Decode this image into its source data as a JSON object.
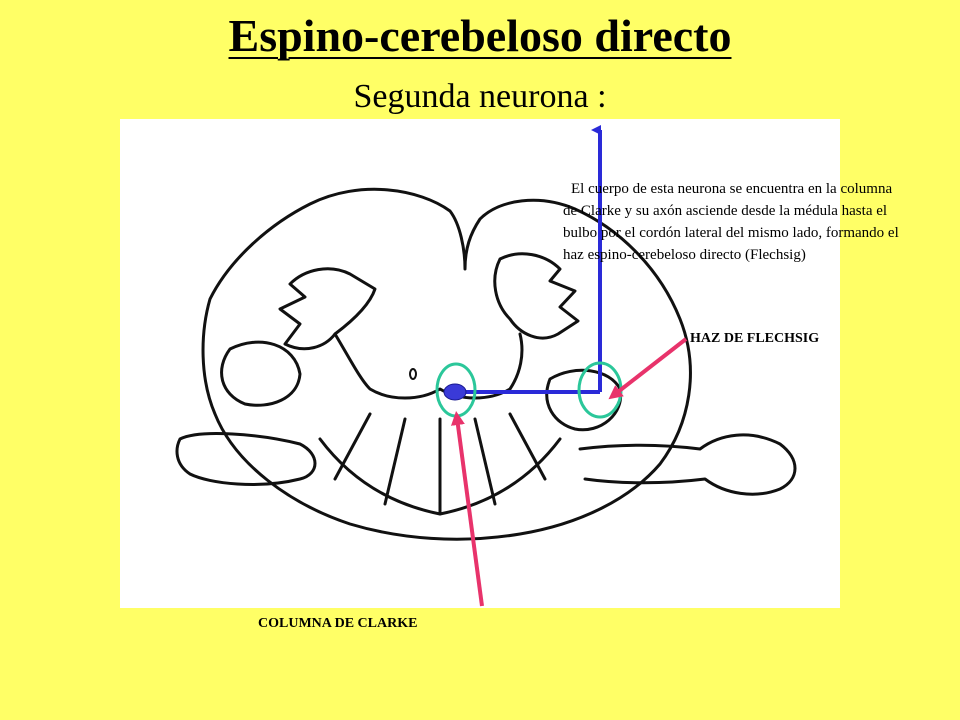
{
  "header": {
    "title": "Espino-cerebeloso directo",
    "subtitle": "Segunda neurona :"
  },
  "description": "El cuerpo de esta neurona se encuentra en la columna de Clarke y su axón asciende desde la médula hasta el bulbo  por el cordón lateral del mismo lado,  formando el haz espino-cerebeloso directo (Flechsig)",
  "labels": {
    "flechsig": "HAZ DE FLECHSIG",
    "clarke": "COLUMNA DE CLARKE"
  },
  "colors": {
    "background": "#ffff66",
    "pathway": "#2a2ad8",
    "pointer": "#e8336b",
    "marker": "#2bc79a"
  }
}
